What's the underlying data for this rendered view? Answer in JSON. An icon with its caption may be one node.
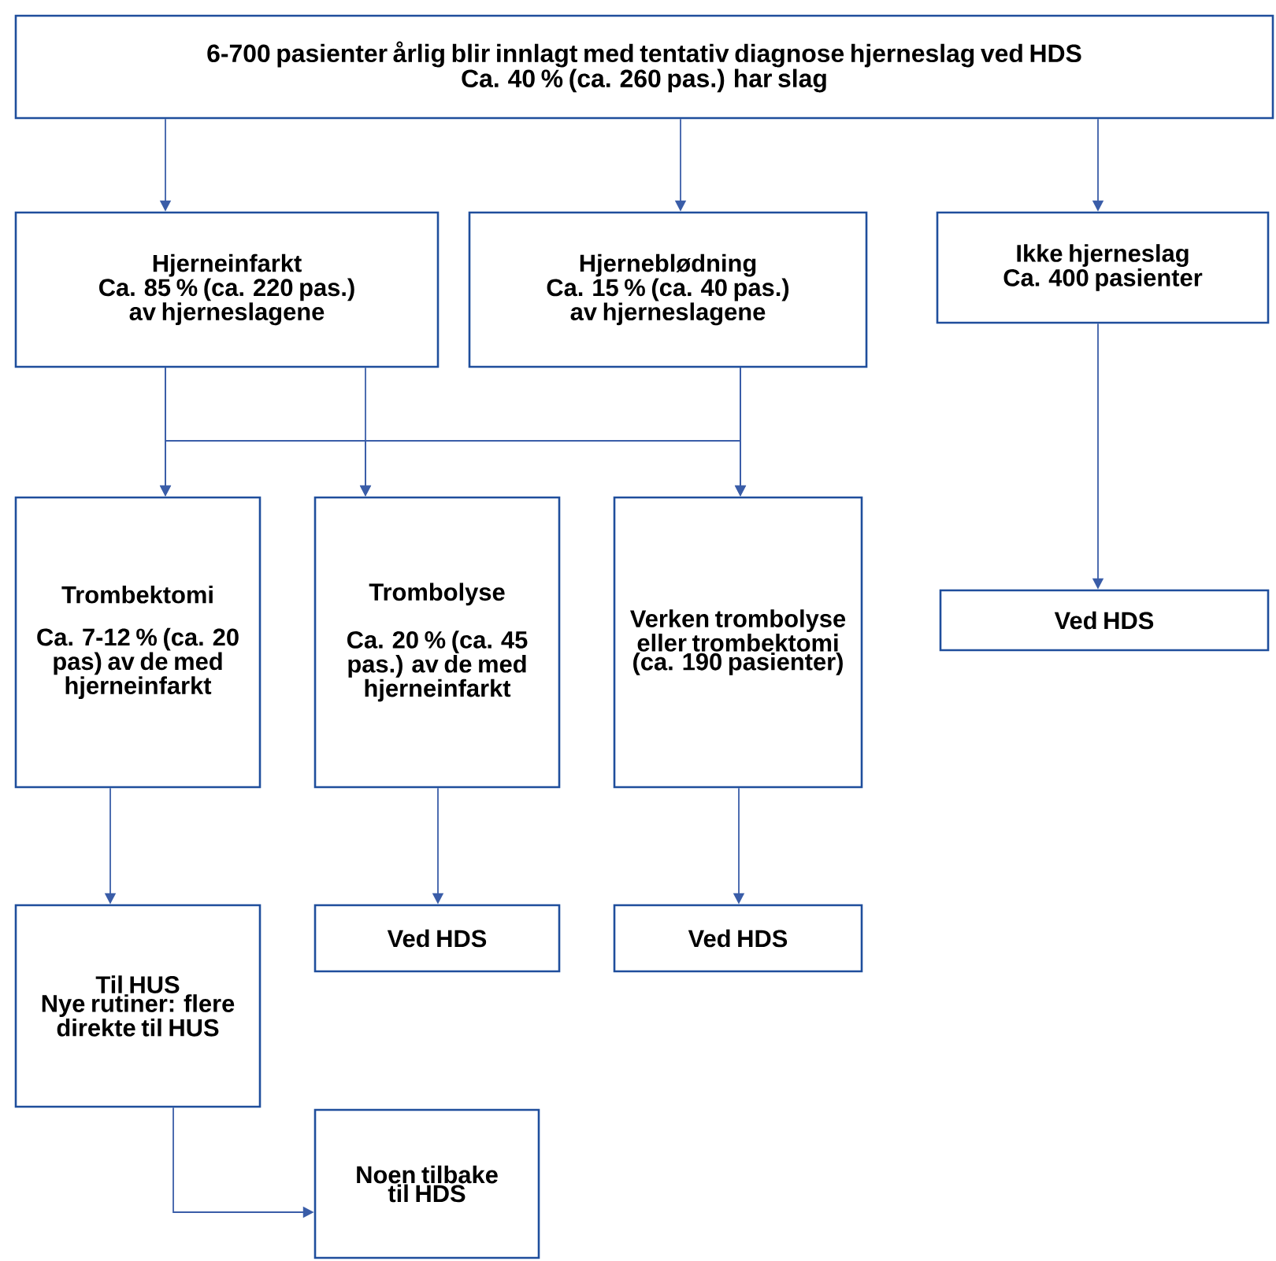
{
  "diagram": {
    "nodes": [
      {
        "text": [
          "6-700 pasienter årlig blir innlagt med tentativ diagnose hjerneslag ved HDS",
          "Ca. 40 % (ca. 260 pas.) har slag"
        ]
      },
      {
        "text": [
          "Hjerneinfarkt",
          "Ca. 85 % (ca. 220 pas.) av hjerneslagene"
        ]
      },
      {
        "text": [
          "Hjerneblødning",
          "Ca. 15 % (ca. 40 pas.) av hjerneslagene"
        ]
      },
      {
        "text": [
          "Ikke hjerneslag",
          "Ca. 400 pasienter"
        ]
      },
      {
        "text": [
          "Trombektomi",
          "Ca. 7-12 % (ca. 20 pas) av de med hjerneinfarkt"
        ]
      },
      {
        "text": [
          "Trombolyse",
          "Ca. 20 % (ca. 45 pas.) av de med hjerneinfarkt"
        ]
      },
      {
        "text": [
          "Verken trombolyse eller trombektomi (ca. 190 pasienter)"
        ]
      },
      {
        "text": [
          "Ved HDS"
        ]
      },
      {
        "text": [
          "Til HUS",
          "Nye rutiner: flere direkte til HUS"
        ]
      },
      {
        "text": [
          "Ved HDS"
        ]
      },
      {
        "text": [
          "Ved HDS"
        ]
      },
      {
        "text": [
          "Noen tilbake til HDS"
        ]
      }
    ],
    "edges": [
      {
        "from": 0,
        "to": 1,
        "arrow": "to"
      },
      {
        "from": 0,
        "to": 2,
        "arrow": "to"
      },
      {
        "from": 0,
        "to": 3,
        "arrow": "to"
      },
      {
        "from": 1,
        "to": 4,
        "arrow": "to"
      },
      {
        "from": 1,
        "to": 5,
        "arrow": "to"
      },
      {
        "from": 1,
        "to": 6,
        "arrow": "to"
      },
      {
        "from": 2,
        "to": 4,
        "arrow": "to"
      },
      {
        "from": 2,
        "to": 5,
        "arrow": "to"
      },
      {
        "from": 2,
        "to": 6,
        "arrow": "to"
      },
      {
        "from": 3,
        "to": 7,
        "arrow": "to"
      },
      {
        "from": 4,
        "to": 8,
        "arrow": "to"
      },
      {
        "from": 5,
        "to": 9,
        "arrow": "to"
      },
      {
        "from": 6,
        "to": 10,
        "arrow": "to"
      },
      {
        "from": 8,
        "to": 11,
        "arrow": "to"
      }
    ]
  }
}
